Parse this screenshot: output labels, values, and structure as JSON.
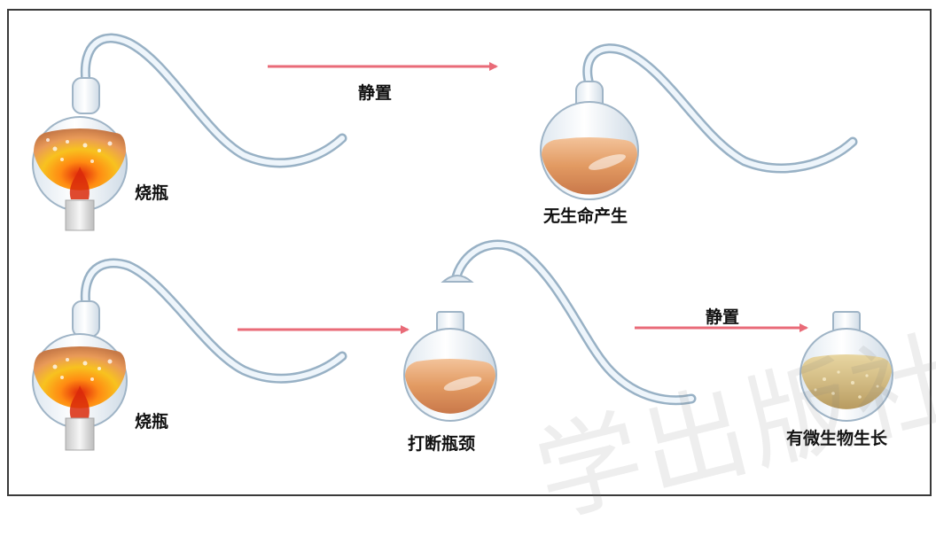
{
  "labels": {
    "flask_top": "烧瓶",
    "flask_bottom": "烧瓶",
    "stand_top": "静置",
    "stand_bottom": "静置",
    "no_life": "无生命产生",
    "break_neck": "打断瓶颈",
    "microbe_growth": "有微生物生长"
  },
  "watermark": "学出版社",
  "colors": {
    "arrow": "#e96b78",
    "tube": "#bcd0e0",
    "flame": "#f6c21b",
    "broth_clear": "#e3a06c",
    "broth_cloudy": "#c9b27a"
  }
}
